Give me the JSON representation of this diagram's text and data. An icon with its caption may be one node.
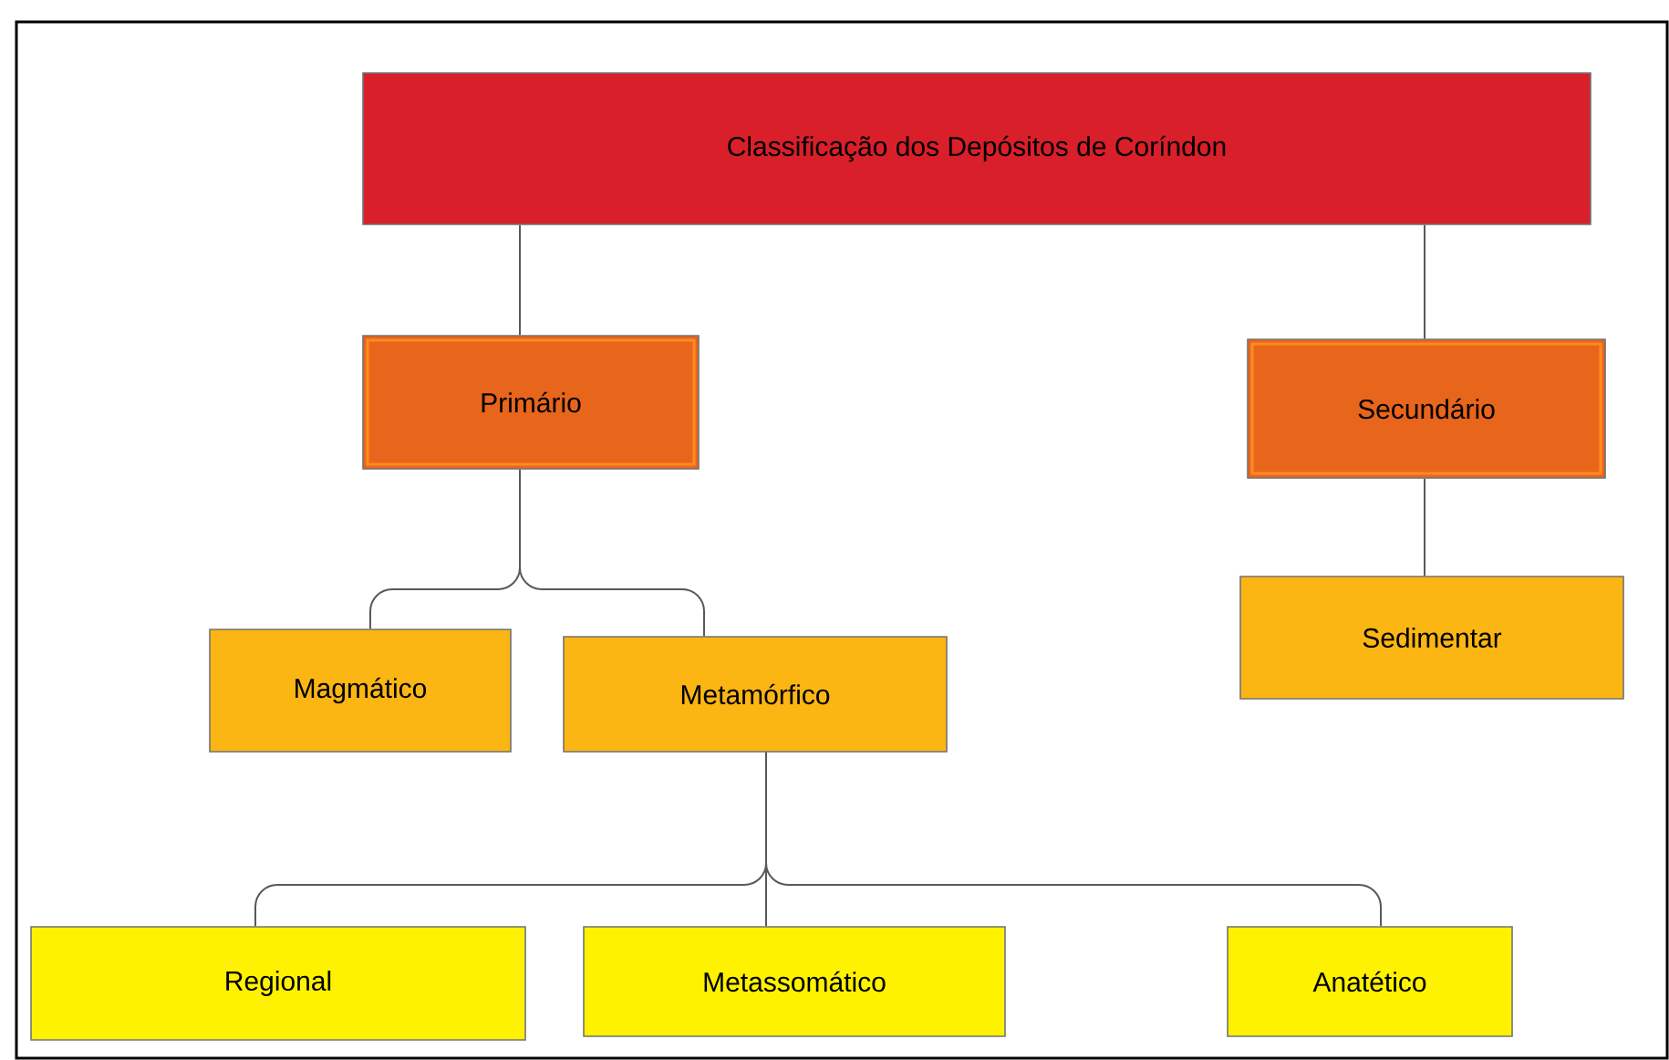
{
  "diagram": {
    "nodes": [
      {
        "text": [
          "Classificação dos Depósitos de Coríndon"
        ]
      },
      {
        "text": [
          "Primário"
        ]
      },
      {
        "text": [
          "Secundário"
        ]
      },
      {
        "text": [
          "Magmático"
        ]
      },
      {
        "text": [
          "Metamórfico"
        ]
      },
      {
        "text": [
          "Sedimentar"
        ]
      },
      {
        "text": [
          "Regional"
        ]
      },
      {
        "text": [
          "Metassomático"
        ]
      },
      {
        "text": [
          "Anatético"
        ]
      }
    ],
    "edges": [
      {
        "from": 0,
        "to": 1,
        "arrow": "none"
      },
      {
        "from": 0,
        "to": 2,
        "arrow": "none"
      },
      {
        "from": 1,
        "to": 3,
        "arrow": "none"
      },
      {
        "from": 1,
        "to": 4,
        "arrow": "none"
      },
      {
        "from": 2,
        "to": 5,
        "arrow": "none"
      },
      {
        "from": 4,
        "to": 6,
        "arrow": "none"
      },
      {
        "from": 4,
        "to": 7,
        "arrow": "none"
      },
      {
        "from": 4,
        "to": 8,
        "arrow": "none"
      }
    ]
  }
}
